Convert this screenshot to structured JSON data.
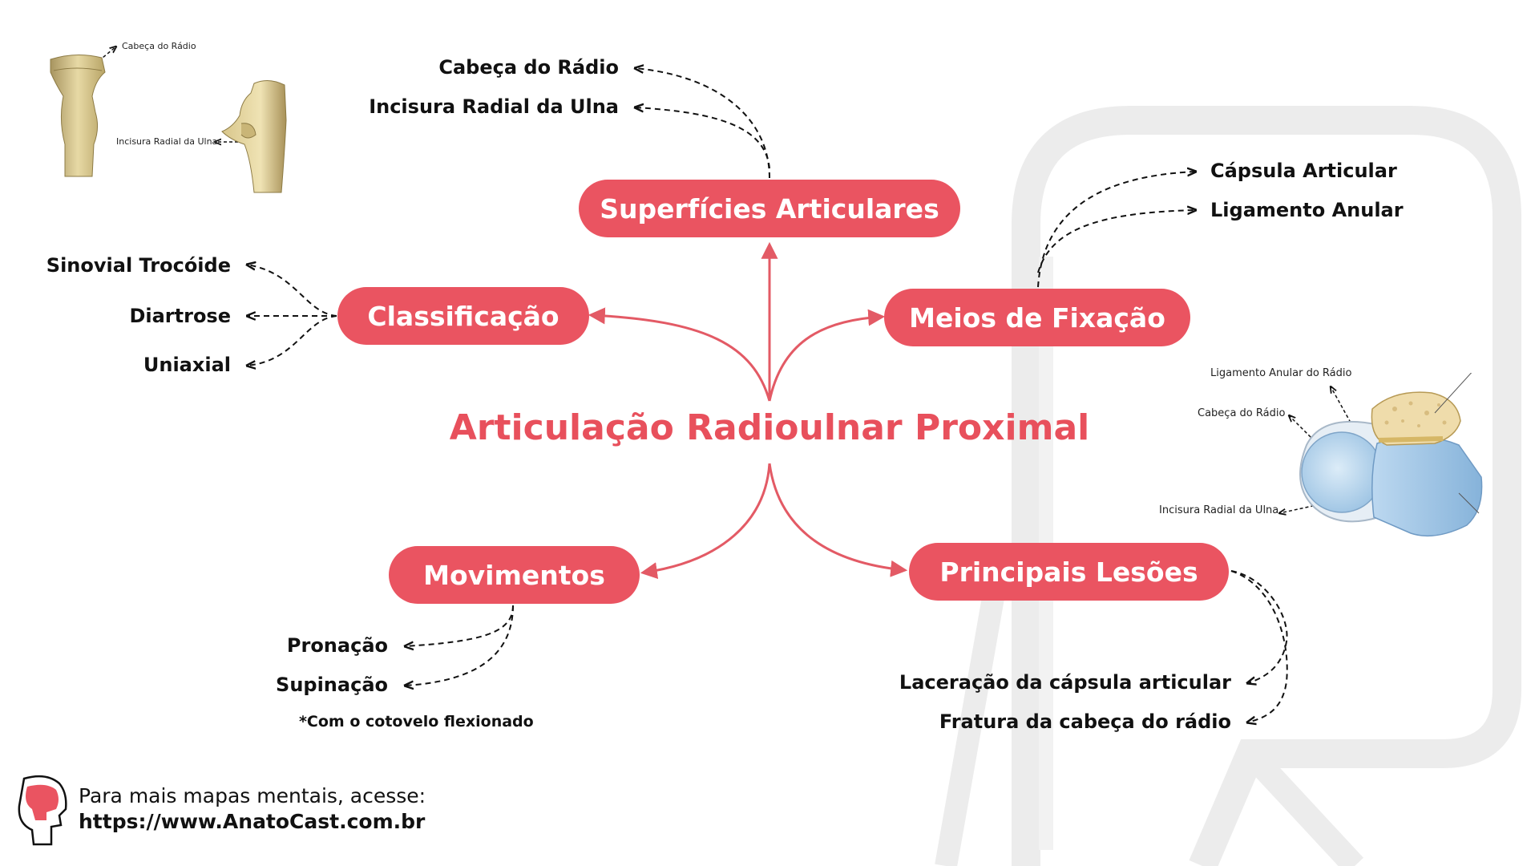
{
  "title": "Articulação Radioulnar Proximal",
  "nodes": {
    "superficies": {
      "label": "Superfícies Articulares",
      "children": [
        "Cabeça do Rádio",
        "Incisura Radial da Ulna"
      ]
    },
    "classificacao": {
      "label": "Classificação",
      "children": [
        "Sinovial Trocóide",
        "Diartrose",
        "Uniaxial"
      ]
    },
    "meios": {
      "label": "Meios de Fixação",
      "children": [
        "Cápsula Articular",
        "Ligamento Anular"
      ]
    },
    "movimentos": {
      "label": "Movimentos",
      "children": [
        "Pronação",
        "Supinação"
      ],
      "note": "*Com o cotovelo flexionado"
    },
    "lesoes": {
      "label": "Principais Lesões",
      "children": [
        "Laceração da cápsula articular",
        "Fratura da cabeça do rádio"
      ]
    }
  },
  "illustration_top_left": {
    "labels": [
      "Cabeça do Rádio",
      "Incisura Radial da Ulna"
    ]
  },
  "illustration_right": {
    "labels": [
      "Ligamento Anular do Rádio",
      "Cabeça do Rádio",
      "Incisura Radial da Ulna"
    ]
  },
  "footer": {
    "line1": "Para mais mapas mentais, acesse:",
    "line2": "https://www.AnatoCast.com.br"
  },
  "colors": {
    "accent": "#ea5461",
    "text": "#111111",
    "watermark": "#ededed"
  },
  "icons": [
    "anatocast-logo-icon"
  ]
}
